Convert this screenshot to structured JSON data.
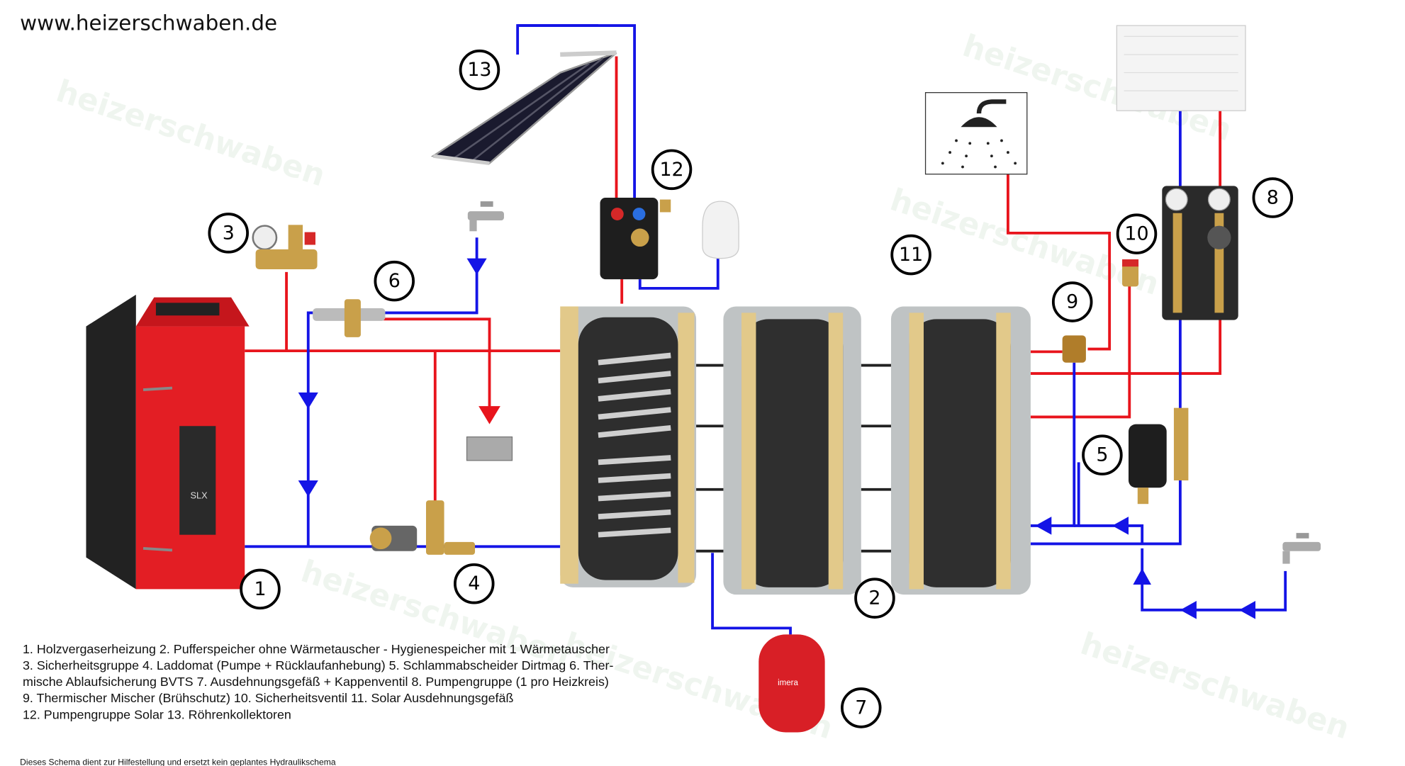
{
  "header": {
    "title": "www.heizerschwaben.de"
  },
  "watermark": "heizerschwaben",
  "components": [
    {
      "number": "1"
    },
    {
      "number": "2"
    },
    {
      "number": "3"
    },
    {
      "number": "4"
    },
    {
      "number": "5"
    },
    {
      "number": "6"
    },
    {
      "number": "7"
    },
    {
      "number": "8"
    },
    {
      "number": "9"
    },
    {
      "number": "10"
    },
    {
      "number": "11"
    },
    {
      "number": "12"
    },
    {
      "number": "13"
    }
  ],
  "boiler_badge": "SLX",
  "vessel_brand": "imera",
  "legend": [
    "1. Holzvergaserheizung   2. Pufferspeicher ohne Wärmetauscher - Hygienespeicher mit 1 Wärmetauscher",
    "3. Sicherheitsgruppe   4. Laddomat (Pumpe + Rücklaufanhebung) 5. Schlammabscheider Dirtmag   6. Ther-",
    "mische Ablaufsicherung BVTS   7. Ausdehnungsgefäß + Kappenventil   8. Pumpengruppe (1 pro Heizkreis)",
    "9. Thermischer Mischer (Brühschutz)   10. Sicherheitsventil 11. Solar Ausdehnungsgefäß",
    "12. Pumpengruppe Solar   13. Röhrenkollektoren"
  ],
  "disclaimer": "Dieses Schema dient zur Hilfestellung und ersetzt kein geplantes Hydraulikschema",
  "colors": {
    "hot": "#e8141c",
    "cold": "#1414e6",
    "boiler": "#e31e24"
  }
}
